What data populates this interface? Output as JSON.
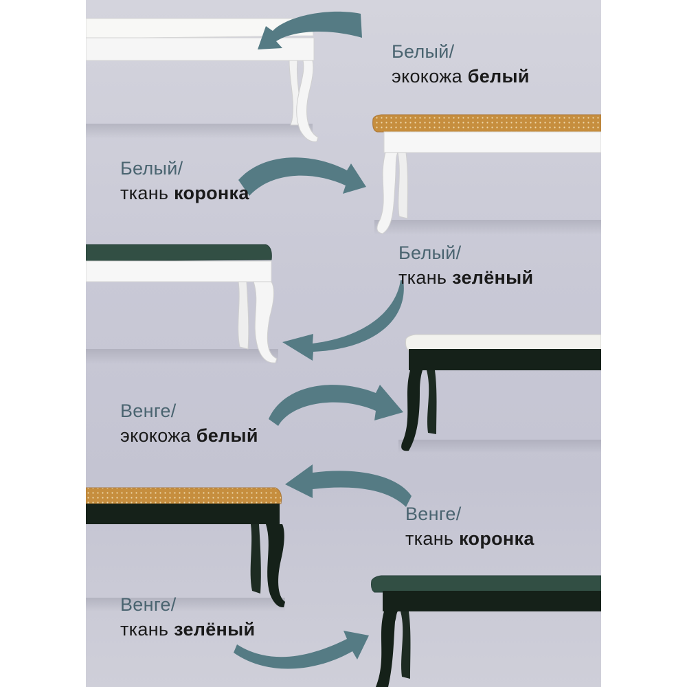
{
  "items": [
    {
      "frame": "Белый/",
      "material": "экокожа",
      "color": "белый"
    },
    {
      "frame": "Белый/",
      "material": "ткань",
      "color": "коронка"
    },
    {
      "frame": "Белый/",
      "material": "ткань",
      "color": "зелёный"
    },
    {
      "frame": "Венге/",
      "material": "экокожа",
      "color": "белый"
    },
    {
      "frame": "Венге/",
      "material": "ткань",
      "color": "коронка"
    },
    {
      "frame": "Венге/",
      "material": "ткань",
      "color": "зелёный"
    }
  ],
  "colors": {
    "arrow": "#557b84",
    "frame_white": "#f7f7f7",
    "frame_wenge": "#152119",
    "seat_white": "#f2f2ee",
    "seat_crown": "#c68e3e",
    "seat_green": "#324f44",
    "frame_label": "#4a6470"
  }
}
